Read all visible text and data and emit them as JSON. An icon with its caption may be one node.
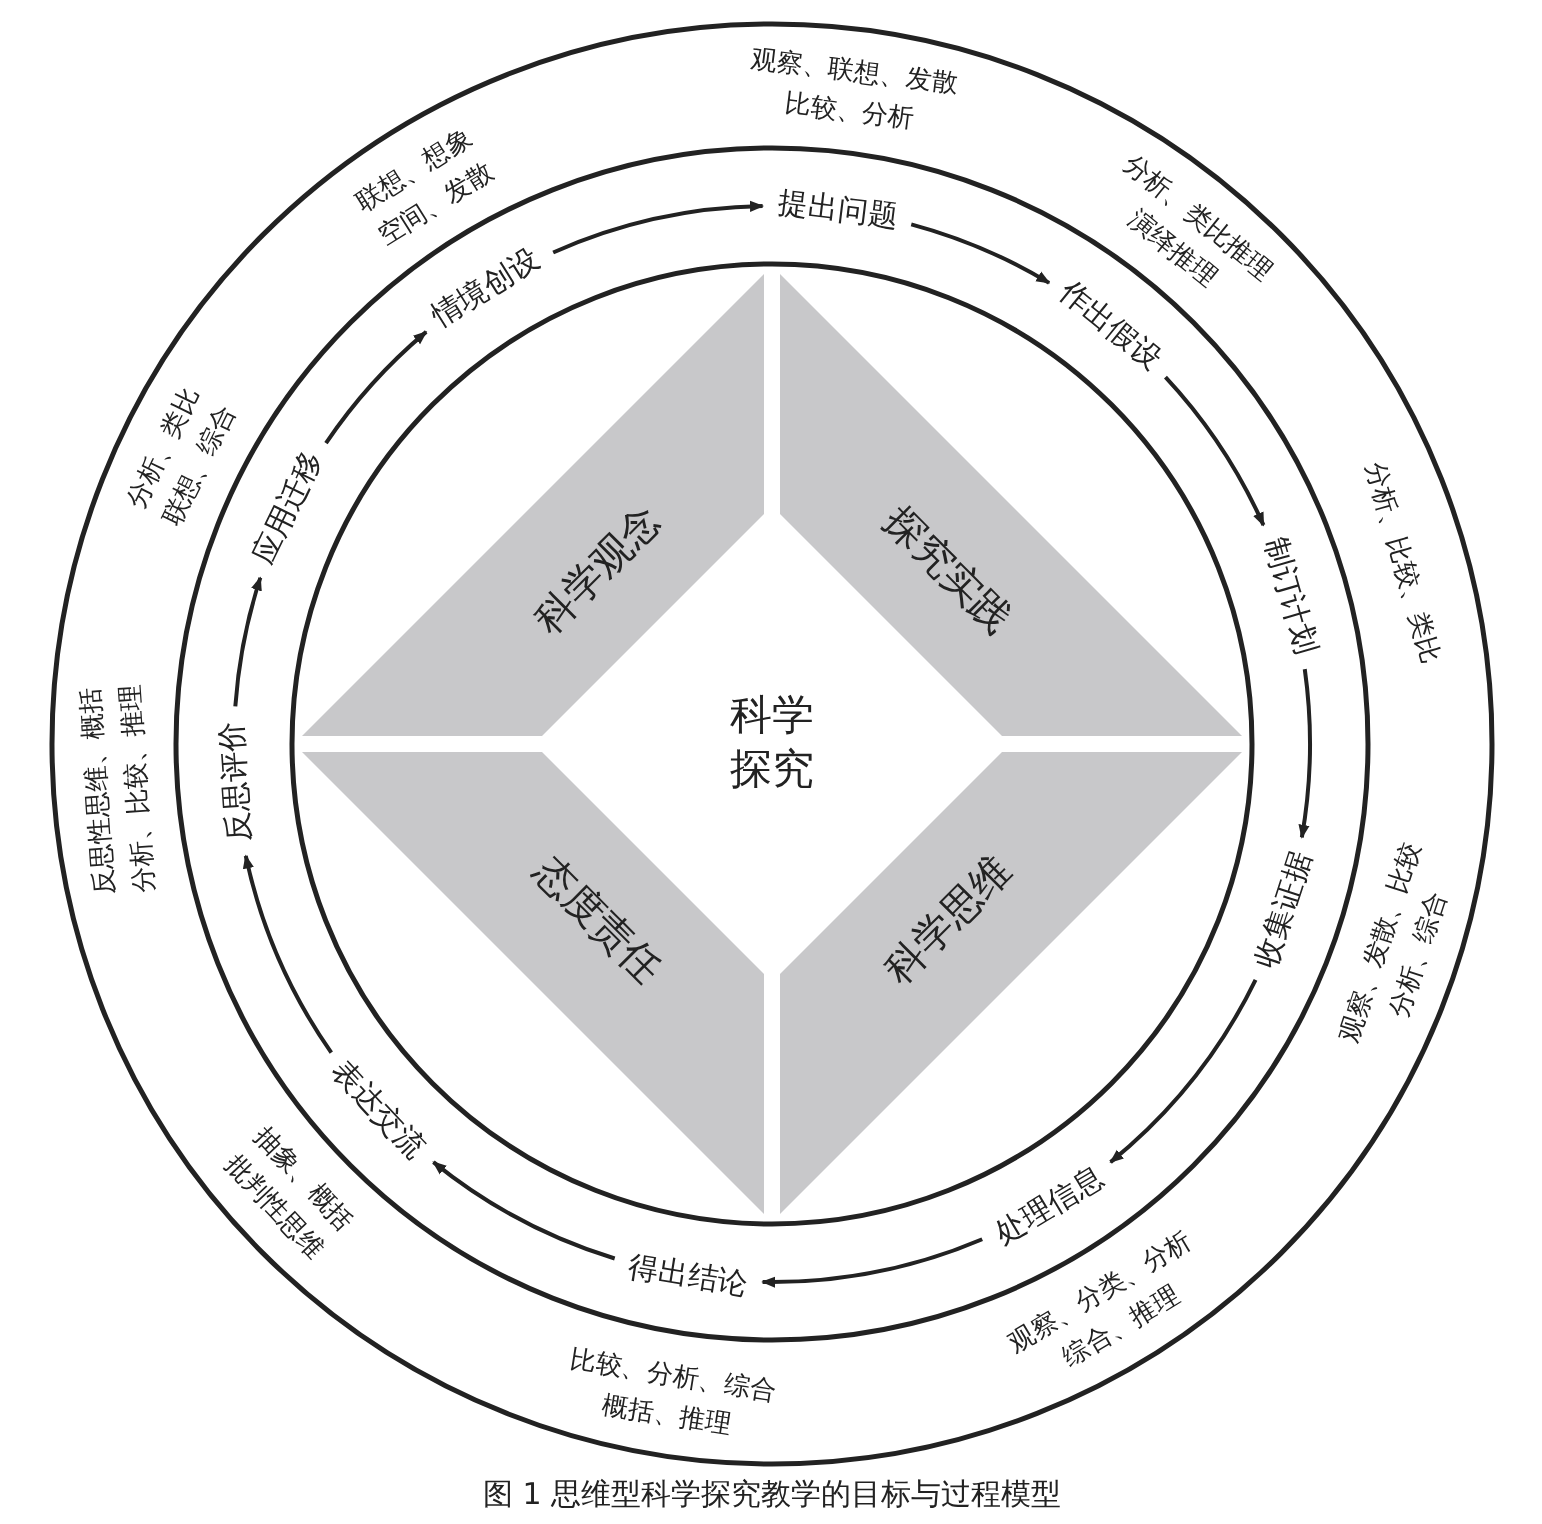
{
  "diagram": {
    "caption": "图 1 思维型科学探究教学的目标与过程模型",
    "nodes": [
      {
        "text": [
          "科学观念"
        ]
      },
      {
        "text": [
          "探究实践"
        ]
      },
      {
        "text": [
          "科学探究"
        ]
      },
      {
        "text": [
          "态度责任"
        ]
      },
      {
        "text": [
          "科学思维"
        ]
      },
      {
        "text": [
          "情境创设"
        ],
        "beside": [
          "联想、想象",
          "空间、发散"
        ]
      },
      {
        "text": [
          "提出问题"
        ],
        "beside": [
          "观察、联想、发散",
          "比较、分析"
        ]
      },
      {
        "text": [
          "作出假设"
        ],
        "beside": [
          "分析、类比推理",
          "演绎推理"
        ]
      },
      {
        "text": [
          "制订计划"
        ],
        "beside": [
          "分析、比较、类比"
        ]
      },
      {
        "text": [
          "收集证据"
        ],
        "beside": [
          "观察、发散、比较",
          "分析、综合"
        ]
      },
      {
        "text": [
          "处理信息"
        ],
        "beside": [
          "观察、分类、分析",
          "综合、推理"
        ]
      },
      {
        "text": [
          "得出结论"
        ],
        "beside": [
          "比较、分析、综合",
          "概括、推理"
        ]
      },
      {
        "text": [
          "表达交流"
        ],
        "beside": [
          "抽象、概括",
          "批判性思维"
        ]
      },
      {
        "text": [
          "反思评价"
        ],
        "beside": [
          "反思性思维、概括",
          "分析、比较、推理"
        ]
      },
      {
        "text": [
          "应用迁移"
        ],
        "beside": [
          "分析、类比",
          "联想、综合"
        ]
      }
    ],
    "edges": [
      {
        "from": 5,
        "to": 6,
        "arrow": "to"
      },
      {
        "from": 6,
        "to": 7,
        "arrow": "to"
      },
      {
        "from": 7,
        "to": 8,
        "arrow": "to"
      },
      {
        "from": 8,
        "to": 9,
        "arrow": "to"
      },
      {
        "from": 9,
        "to": 10,
        "arrow": "to"
      },
      {
        "from": 10,
        "to": 11,
        "arrow": "to"
      },
      {
        "from": 11,
        "to": 12,
        "arrow": "to"
      },
      {
        "from": 12,
        "to": 13,
        "arrow": "to"
      },
      {
        "from": 13,
        "to": 14,
        "arrow": "to"
      },
      {
        "from": 14,
        "to": 5,
        "arrow": "to"
      }
    ]
  }
}
